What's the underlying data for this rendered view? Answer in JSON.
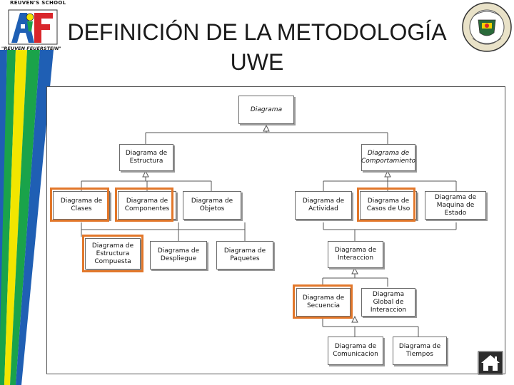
{
  "header": {
    "title_line1": "DEFINICIÓN DE LA METODOLOGÍA",
    "title_line2": "UWE",
    "school_top": "REUVEN'S SCHOOL",
    "school_bottom": "\"REUVEN FEUERSTEIN\"",
    "logo_icon": "school-logo-icon",
    "seal_icon": "university-seal-icon"
  },
  "colors": {
    "highlight": "#e2772a",
    "stripe_green": "#1aa34a",
    "stripe_yellow": "#f2e600",
    "stripe_blue": "#1f5fb4"
  },
  "diagram": {
    "nodes": [
      {
        "id": "diagrama",
        "text": "Diagrama",
        "italic": true
      },
      {
        "id": "estructura",
        "text": "Diagrama de Estructura",
        "italic": false
      },
      {
        "id": "comportamiento",
        "text": "Diagrama de Comportamiento",
        "italic": true
      },
      {
        "id": "clases",
        "text": "Diagrama de Clases",
        "italic": false
      },
      {
        "id": "componentes",
        "text": "Diagrama de Componentes",
        "italic": false
      },
      {
        "id": "objetos",
        "text": "Diagrama de Objetos",
        "italic": false
      },
      {
        "id": "compuesta",
        "text": "Diagrama de Estructura Compuesta",
        "italic": false
      },
      {
        "id": "despliegue",
        "text": "Diagrama de Despliegue",
        "italic": false
      },
      {
        "id": "paquetes",
        "text": "Diagrama de Paquetes",
        "italic": false
      },
      {
        "id": "actividad",
        "text": "Diagrama de Actividad",
        "italic": false
      },
      {
        "id": "casos_uso",
        "text": "Diagrama de Casos de Uso",
        "italic": false
      },
      {
        "id": "maquina_estado",
        "text": "Diagrama de Maquina de Estado",
        "italic": false
      },
      {
        "id": "interaccion",
        "text": "Diagrama de Interaccion",
        "italic": false
      },
      {
        "id": "secuencia",
        "text": "Diagrama de Secuencia",
        "italic": false
      },
      {
        "id": "global_interaccion",
        "text": "Diagrama Global de Interaccion",
        "italic": false
      },
      {
        "id": "comunicacion",
        "text": "Diagrama de Comunicacion",
        "italic": false
      },
      {
        "id": "tiempos",
        "text": "Diagrama de Tiempos",
        "italic": false
      }
    ],
    "highlighted": [
      "clases",
      "componentes",
      "compuesta",
      "casos_uso",
      "secuencia"
    ]
  },
  "footer": {
    "home_icon": "home-icon"
  }
}
